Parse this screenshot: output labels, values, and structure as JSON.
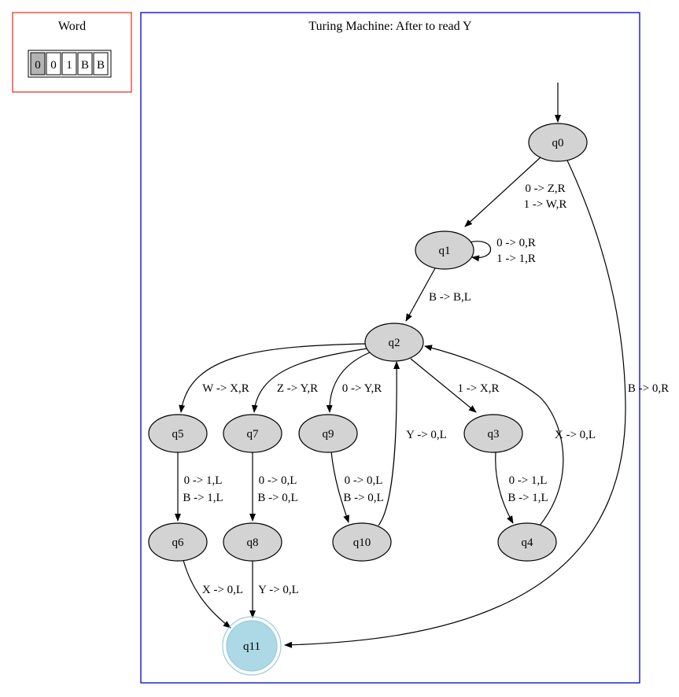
{
  "word_panel": {
    "title": "Word",
    "border_color": "#e8392b",
    "tape": [
      {
        "symbol": "0",
        "active": true
      },
      {
        "symbol": "0",
        "active": false
      },
      {
        "symbol": "1",
        "active": false
      },
      {
        "symbol": "B",
        "active": false
      },
      {
        "symbol": "B",
        "active": false
      }
    ],
    "active_cell_color": "#b3b3b3"
  },
  "machine_panel": {
    "title": "Turing Machine: After to read Y",
    "border_color": "#0000cc"
  },
  "colors": {
    "state_fill": "#d3d3d3",
    "final_state_fill": "#add8e6",
    "final_state_stroke": "#9ccbd6"
  },
  "nodes": [
    {
      "id": "q0",
      "label": "q0",
      "final": false
    },
    {
      "id": "q1",
      "label": "q1",
      "final": false
    },
    {
      "id": "q2",
      "label": "q2",
      "final": false
    },
    {
      "id": "q3",
      "label": "q3",
      "final": false
    },
    {
      "id": "q4",
      "label": "q4",
      "final": false
    },
    {
      "id": "q5",
      "label": "q5",
      "final": false
    },
    {
      "id": "q6",
      "label": "q6",
      "final": false
    },
    {
      "id": "q7",
      "label": "q7",
      "final": false
    },
    {
      "id": "q8",
      "label": "q8",
      "final": false
    },
    {
      "id": "q9",
      "label": "q9",
      "final": false
    },
    {
      "id": "q10",
      "label": "q10",
      "final": false
    },
    {
      "id": "q11",
      "label": "q11",
      "final": true
    }
  ],
  "start_state": "q0",
  "edges": [
    {
      "id": "q0-q1",
      "from": "q0",
      "to": "q1",
      "labels": [
        "0 -> Z,R",
        "1 -> W,R"
      ]
    },
    {
      "id": "q0-q11",
      "from": "q0",
      "to": "q11",
      "labels": [
        "B -> 0,R"
      ]
    },
    {
      "id": "q1-q1",
      "from": "q1",
      "to": "q1",
      "labels": [
        "0 -> 0,R",
        "1 -> 1,R"
      ]
    },
    {
      "id": "q1-q2",
      "from": "q1",
      "to": "q2",
      "labels": [
        "B -> B,L"
      ]
    },
    {
      "id": "q2-q5",
      "from": "q2",
      "to": "q5",
      "labels": [
        "W -> X,R"
      ]
    },
    {
      "id": "q2-q7",
      "from": "q2",
      "to": "q7",
      "labels": [
        "Z -> Y,R"
      ]
    },
    {
      "id": "q2-q9",
      "from": "q2",
      "to": "q9",
      "labels": [
        "0 -> Y,R"
      ]
    },
    {
      "id": "q2-q3",
      "from": "q2",
      "to": "q3",
      "labels": [
        "1 -> X,R"
      ]
    },
    {
      "id": "q10-q2",
      "from": "q10",
      "to": "q2",
      "labels": [
        "Y -> 0,L"
      ]
    },
    {
      "id": "q4-q2",
      "from": "q4",
      "to": "q2",
      "labels": [
        "X -> 0,L"
      ]
    },
    {
      "id": "q5-q6",
      "from": "q5",
      "to": "q6",
      "labels": [
        "0 -> 1,L",
        "B -> 1,L"
      ]
    },
    {
      "id": "q7-q8",
      "from": "q7",
      "to": "q8",
      "labels": [
        "0 -> 0,L",
        "B -> 0,L"
      ]
    },
    {
      "id": "q9-q10",
      "from": "q9",
      "to": "q10",
      "labels": [
        "0 -> 0,L",
        "B -> 0,L"
      ]
    },
    {
      "id": "q3-q4",
      "from": "q3",
      "to": "q4",
      "labels": [
        "0 -> 1,L",
        "B -> 1,L"
      ]
    },
    {
      "id": "q6-q11",
      "from": "q6",
      "to": "q11",
      "labels": [
        "X -> 0,L"
      ]
    },
    {
      "id": "q8-q11",
      "from": "q8",
      "to": "q11",
      "labels": [
        "Y -> 0,L"
      ]
    }
  ]
}
